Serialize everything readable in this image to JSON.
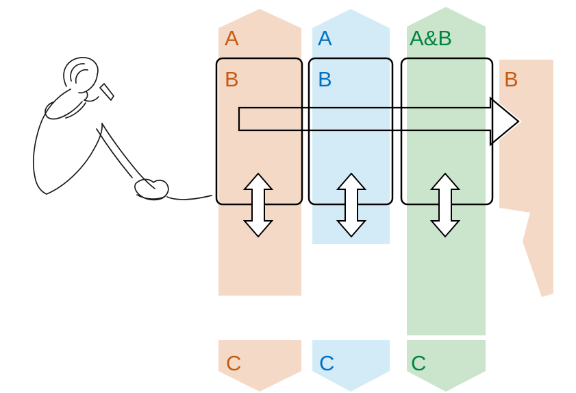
{
  "colors": {
    "orange_fill": "#F4D9C6",
    "blue_fill": "#D2EBF7",
    "green_fill": "#CBE4CC",
    "orange_text": "#C55A11",
    "blue_text": "#0070C0",
    "green_text": "#00833E",
    "line": "#000000",
    "background": "#FFFFFF"
  },
  "columns": [
    {
      "key": "orange",
      "top_label": "A",
      "box_label": "B",
      "bottom_label": "C"
    },
    {
      "key": "blue",
      "top_label": "A",
      "box_label": "B",
      "bottom_label": "C"
    },
    {
      "key": "green",
      "top_label": "A&B",
      "bottom_label": "C"
    }
  ],
  "right_band": {
    "label": "B"
  },
  "icons": {
    "person": "seated-person-line-drawing-icon",
    "flow_arrow": "right-arrow-outline-icon",
    "exchange_arrow": "vertical-double-arrow-icon"
  }
}
